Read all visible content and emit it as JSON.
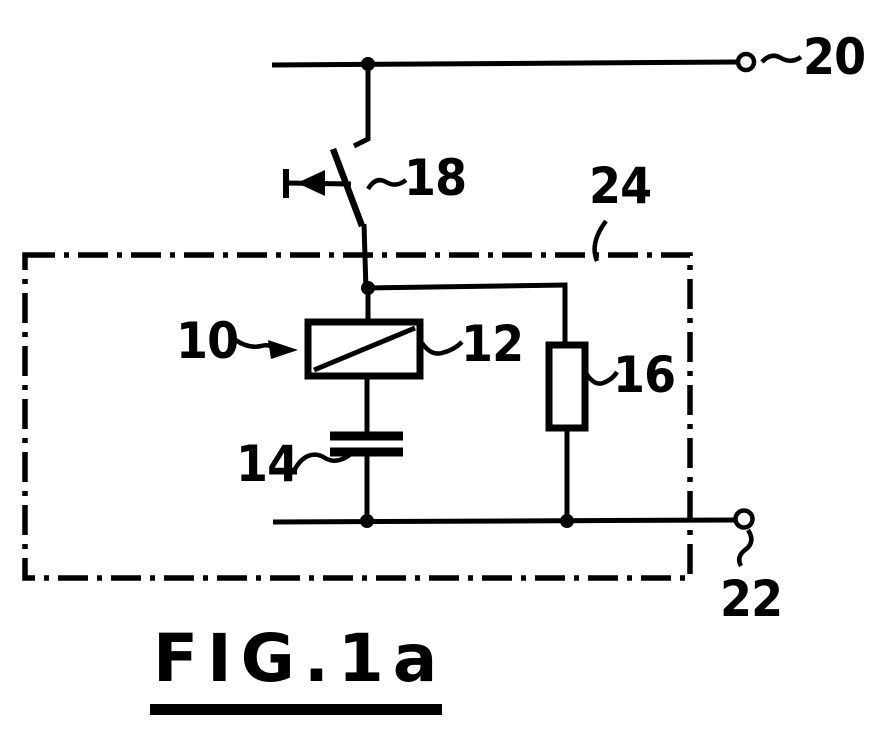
{
  "figure": {
    "caption": "FIG.1a"
  },
  "labels": {
    "coil": "10",
    "relay": "12",
    "capacitor": "14",
    "resistor": "16",
    "switch": "18",
    "terminal_top": "20",
    "terminal_bottom": "22",
    "enclosure": "24"
  },
  "colors": {
    "ink": "#000000",
    "paper": "#ffffff"
  }
}
